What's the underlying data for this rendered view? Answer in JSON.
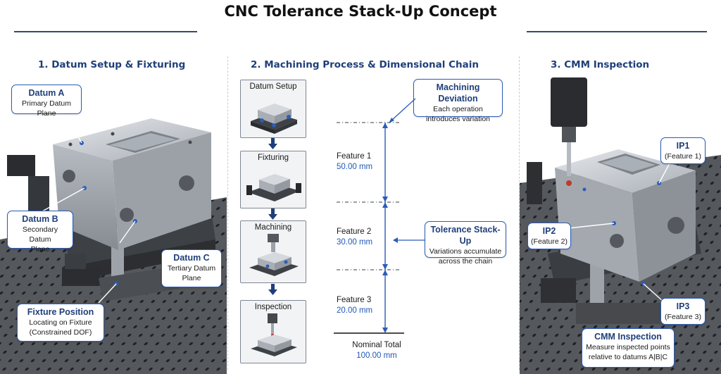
{
  "title": "CNC Tolerance Stack-Up Concept",
  "sections": {
    "datum_setup": {
      "heading": "1. Datum Setup & Fixturing",
      "callouts": {
        "datum_a": {
          "title": "Datum A",
          "subtitle": "Primary Datum Plane"
        },
        "datum_b": {
          "title": "Datum B",
          "subtitle_line1": "Secondary Datum",
          "subtitle_line2": "Plane"
        },
        "datum_c": {
          "title": "Datum C",
          "subtitle_line1": "Tertiary Datum",
          "subtitle_line2": "Plane"
        },
        "fixture": {
          "title": "Fixture Position",
          "subtitle_line1": "Locating on Fixture",
          "subtitle_line2": "(Constrained DOF)"
        }
      }
    },
    "machining": {
      "heading": "2. Machining Process & Dimensional Chain",
      "steps": [
        "Datum Setup",
        "Fixturing",
        "Machining",
        "Inspection"
      ],
      "features": [
        {
          "name": "Feature 1",
          "value": "50.00 mm",
          "nominal_mm": 50.0
        },
        {
          "name": "Feature 2",
          "value": "30.00 mm",
          "nominal_mm": 30.0
        },
        {
          "name": "Feature 3",
          "value": "20.00 mm",
          "nominal_mm": 20.0
        }
      ],
      "total": {
        "label": "Nominal Total",
        "value": "100.00 mm",
        "nominal_mm": 100.0
      },
      "callouts": {
        "deviation": {
          "title": "Machining Deviation",
          "subtitle_line1": "Each operation",
          "subtitle_line2": "introduces variation"
        },
        "stackup": {
          "title": "Tolerance Stack-Up",
          "subtitle_line1": "Variations accumulate",
          "subtitle_line2": "across the chain"
        }
      }
    },
    "cmm": {
      "heading": "3. CMM Inspection",
      "callouts": {
        "ip1": {
          "title": "IP1",
          "subtitle": "(Feature 1)"
        },
        "ip2": {
          "title": "IP2",
          "subtitle": "(Feature 2)"
        },
        "ip3": {
          "title": "IP3",
          "subtitle": "(Feature 3)"
        },
        "inspection": {
          "title": "CMM Inspection",
          "subtitle_line1": "Measure inspected points",
          "subtitle_line2": "relative to datums A|B|C"
        }
      }
    }
  },
  "colors": {
    "accent": "#1f3f7a",
    "callout_border": "#2b5db8",
    "value_blue": "#2058b8",
    "aluminum": "#c9cdd3",
    "plate": "#4a4d52"
  }
}
